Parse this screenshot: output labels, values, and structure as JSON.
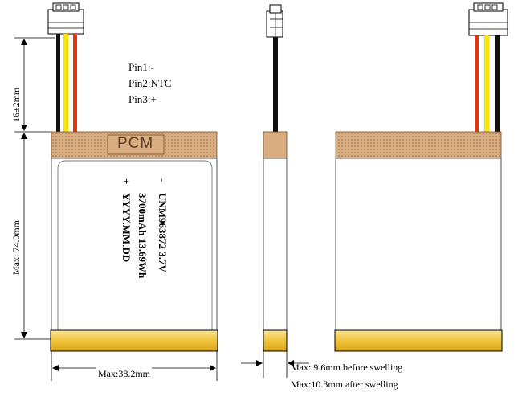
{
  "pins": {
    "pin1": "Pin1:-",
    "pin2": "Pin2:NTC",
    "pin3": "Pin3:+"
  },
  "pcm_label": "PCM",
  "cell_marking": {
    "minus_sign": "-",
    "plus_sign": "+",
    "model_line": "UNM963872   3.7V",
    "capacity_line": "3700mAh 13.69Wh",
    "date_line": "YYYY.MM.DD"
  },
  "dimensions": {
    "lead_length": "16±2mm",
    "max_length": "Max: 74.0mm",
    "max_width": "Max:38.2mm",
    "max_thickness_before": "Max: 9.6mm before swelling",
    "max_thickness_after": "Max:10.3mm after swelling"
  },
  "colors": {
    "pcm_fill": "#d9ad7f",
    "pcm_dots": "#8a6a4a",
    "gold_fill": "#f2c540",
    "wire_black": "#111111",
    "wire_yellow": "#ffe800",
    "wire_red": "#e8340c"
  }
}
